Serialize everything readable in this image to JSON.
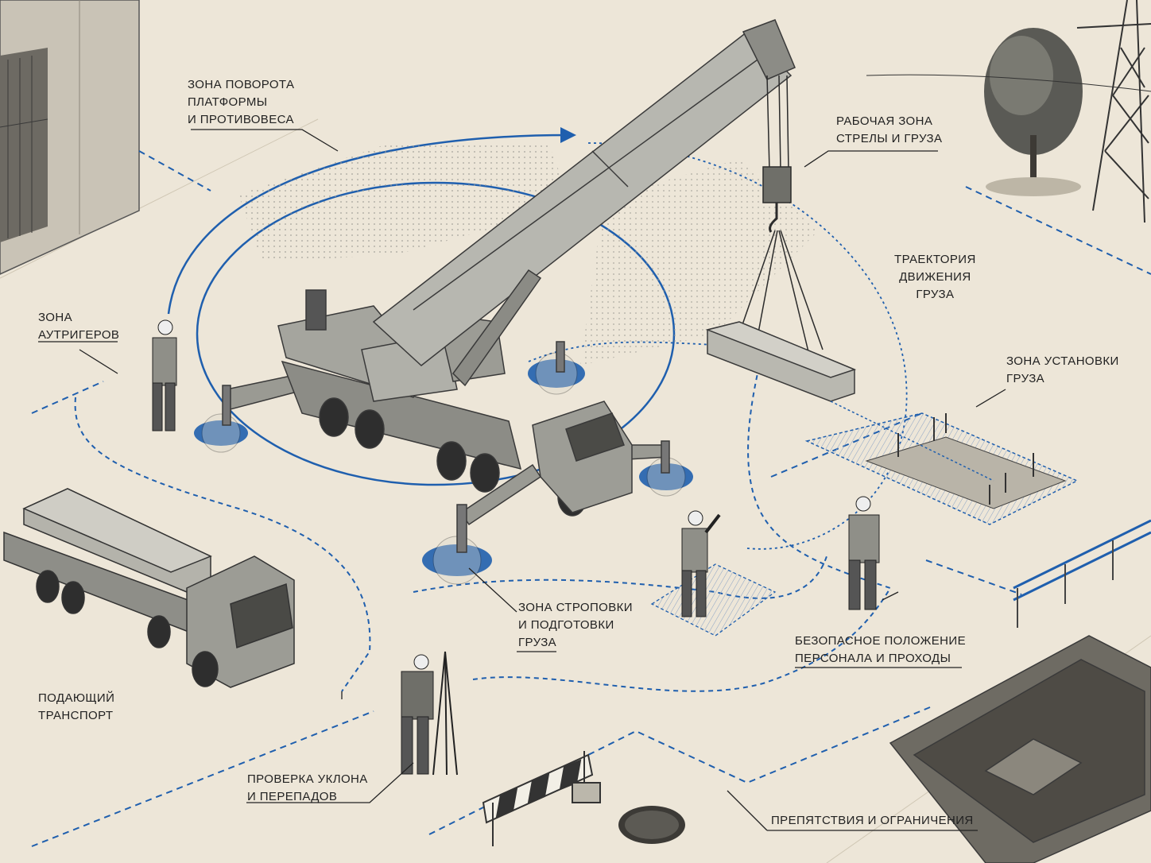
{
  "labels": {
    "rotation_zone": [
      "ЗОНА ПОВОРОТА",
      "ПЛАТФОРМЫ",
      "И ПРОТИВОВЕСА"
    ],
    "boom_zone": [
      "РАБОЧАЯ ЗОНА",
      "СТРЕЛЫ И ГРУЗА"
    ],
    "trajectory": [
      "ТРАЕКТОРИЯ",
      "ДВИЖЕНИЯ",
      "ГРУЗА"
    ],
    "outrigger_zone": [
      "ЗОНА",
      "АУТРИГЕРОВ"
    ],
    "install_zone": [
      "ЗОНА УСТАНОВКИ",
      "ГРУЗА"
    ],
    "rigging_zone": [
      "ЗОНА СТРОПОВКИ",
      "И ПОДГОТОВКИ",
      "ГРУЗА"
    ],
    "safe_position": [
      "БЕЗОПАСНОЕ ПОЛОЖЕНИЕ",
      "ПЕРСОНАЛА И ПРОХОДЫ"
    ],
    "supply_transport": [
      "ПОДАЮЩИЙ",
      "ТРАНСПОРТ"
    ],
    "slope_check": [
      "ПРОВЕРКА УКЛОНА",
      "И ПЕРЕПАДОВ"
    ],
    "obstacles": [
      "ПРЕПЯТСТВИЯ И ОГРАНИЧЕНИЯ"
    ]
  },
  "colors": {
    "background": "#ede6d8",
    "accent_blue": "#1f5fae",
    "ink": "#2b2b2b",
    "machine": "#8a8a84"
  }
}
